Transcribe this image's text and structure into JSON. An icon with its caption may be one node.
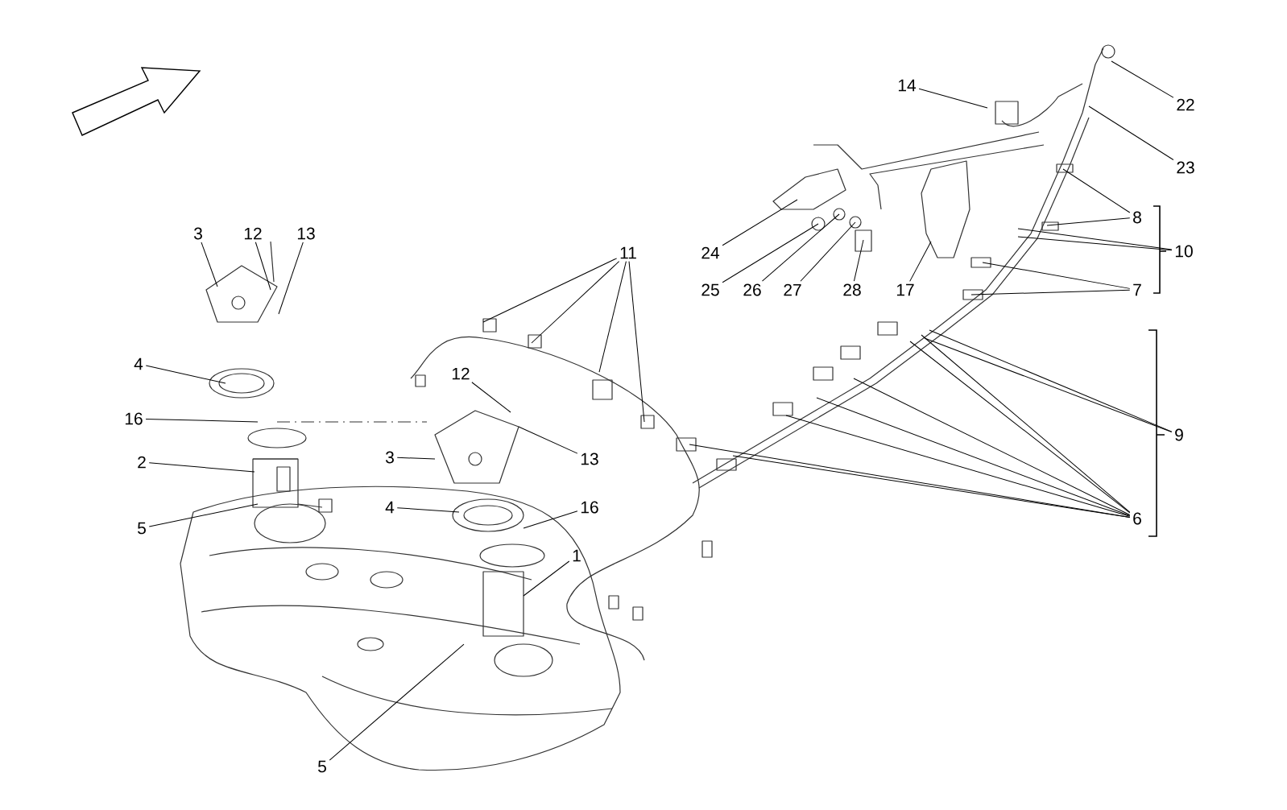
{
  "diagram": {
    "nodes": [
      {
        "text": [
          "3"
        ]
      },
      {
        "text": [
          "12"
        ]
      },
      {
        "text": [
          "13"
        ]
      },
      {
        "text": [
          "4"
        ]
      },
      {
        "text": [
          "16"
        ]
      },
      {
        "text": [
          "2"
        ]
      },
      {
        "text": [
          "5"
        ]
      },
      {
        "text": [
          "3"
        ]
      },
      {
        "text": [
          "12"
        ]
      },
      {
        "text": [
          "13"
        ]
      },
      {
        "text": [
          "4"
        ]
      },
      {
        "text": [
          "16"
        ]
      },
      {
        "text": [
          "1"
        ]
      },
      {
        "text": [
          "5"
        ]
      },
      {
        "text": [
          "11"
        ]
      },
      {
        "text": [
          "14"
        ]
      },
      {
        "text": [
          "22"
        ]
      },
      {
        "text": [
          "23"
        ]
      },
      {
        "text": [
          "8"
        ]
      },
      {
        "text": [
          "10"
        ]
      },
      {
        "text": [
          "7"
        ]
      },
      {
        "text": [
          "9"
        ]
      },
      {
        "text": [
          "6"
        ]
      },
      {
        "text": [
          "24"
        ]
      },
      {
        "text": [
          "25"
        ]
      },
      {
        "text": [
          "26"
        ]
      },
      {
        "text": [
          "27"
        ]
      },
      {
        "text": [
          "28"
        ]
      },
      {
        "text": [
          "17"
        ]
      }
    ],
    "edges": [
      {
        "from": 0,
        "to": null,
        "arrow": "none"
      },
      {
        "from": 1,
        "to": null,
        "arrow": "none"
      },
      {
        "from": 2,
        "to": null,
        "arrow": "none"
      },
      {
        "from": 3,
        "to": null,
        "arrow": "none"
      },
      {
        "from": 4,
        "to": null,
        "arrow": "none"
      },
      {
        "from": 5,
        "to": null,
        "arrow": "none"
      },
      {
        "from": 6,
        "to": null,
        "arrow": "none"
      },
      {
        "from": 7,
        "to": null,
        "arrow": "none"
      },
      {
        "from": 8,
        "to": null,
        "arrow": "none"
      },
      {
        "from": 9,
        "to": null,
        "arrow": "none"
      },
      {
        "from": 10,
        "to": null,
        "arrow": "none"
      },
      {
        "from": 11,
        "to": null,
        "arrow": "none"
      },
      {
        "from": 12,
        "to": null,
        "arrow": "none"
      },
      {
        "from": 13,
        "to": null,
        "arrow": "none"
      },
      {
        "from": 14,
        "to": null,
        "arrow": "none"
      },
      {
        "from": 14,
        "to": null,
        "arrow": "none"
      },
      {
        "from": 14,
        "to": null,
        "arrow": "none"
      },
      {
        "from": 14,
        "to": null,
        "arrow": "none"
      },
      {
        "from": 15,
        "to": null,
        "arrow": "none"
      },
      {
        "from": 16,
        "to": null,
        "arrow": "none"
      },
      {
        "from": 17,
        "to": null,
        "arrow": "none"
      },
      {
        "from": 18,
        "to": null,
        "arrow": "none"
      },
      {
        "from": 18,
        "to": null,
        "arrow": "none"
      },
      {
        "from": 19,
        "to": null,
        "arrow": "none"
      },
      {
        "from": 19,
        "to": null,
        "arrow": "none"
      },
      {
        "from": 20,
        "to": null,
        "arrow": "none"
      },
      {
        "from": 20,
        "to": null,
        "arrow": "none"
      },
      {
        "from": 21,
        "to": null,
        "arrow": "none"
      },
      {
        "from": 21,
        "to": null,
        "arrow": "none"
      },
      {
        "from": 22,
        "to": null,
        "arrow": "none"
      },
      {
        "from": 22,
        "to": null,
        "arrow": "none"
      },
      {
        "from": 22,
        "to": null,
        "arrow": "none"
      },
      {
        "from": 22,
        "to": null,
        "arrow": "none"
      },
      {
        "from": 22,
        "to": null,
        "arrow": "none"
      },
      {
        "from": 22,
        "to": null,
        "arrow": "none"
      },
      {
        "from": 22,
        "to": null,
        "arrow": "none"
      },
      {
        "from": 23,
        "to": null,
        "arrow": "none"
      },
      {
        "from": 24,
        "to": null,
        "arrow": "none"
      },
      {
        "from": 25,
        "to": null,
        "arrow": "none"
      },
      {
        "from": 26,
        "to": null,
        "arrow": "none"
      },
      {
        "from": 27,
        "to": null,
        "arrow": "none"
      },
      {
        "from": 28,
        "to": null,
        "arrow": "none"
      }
    ]
  }
}
